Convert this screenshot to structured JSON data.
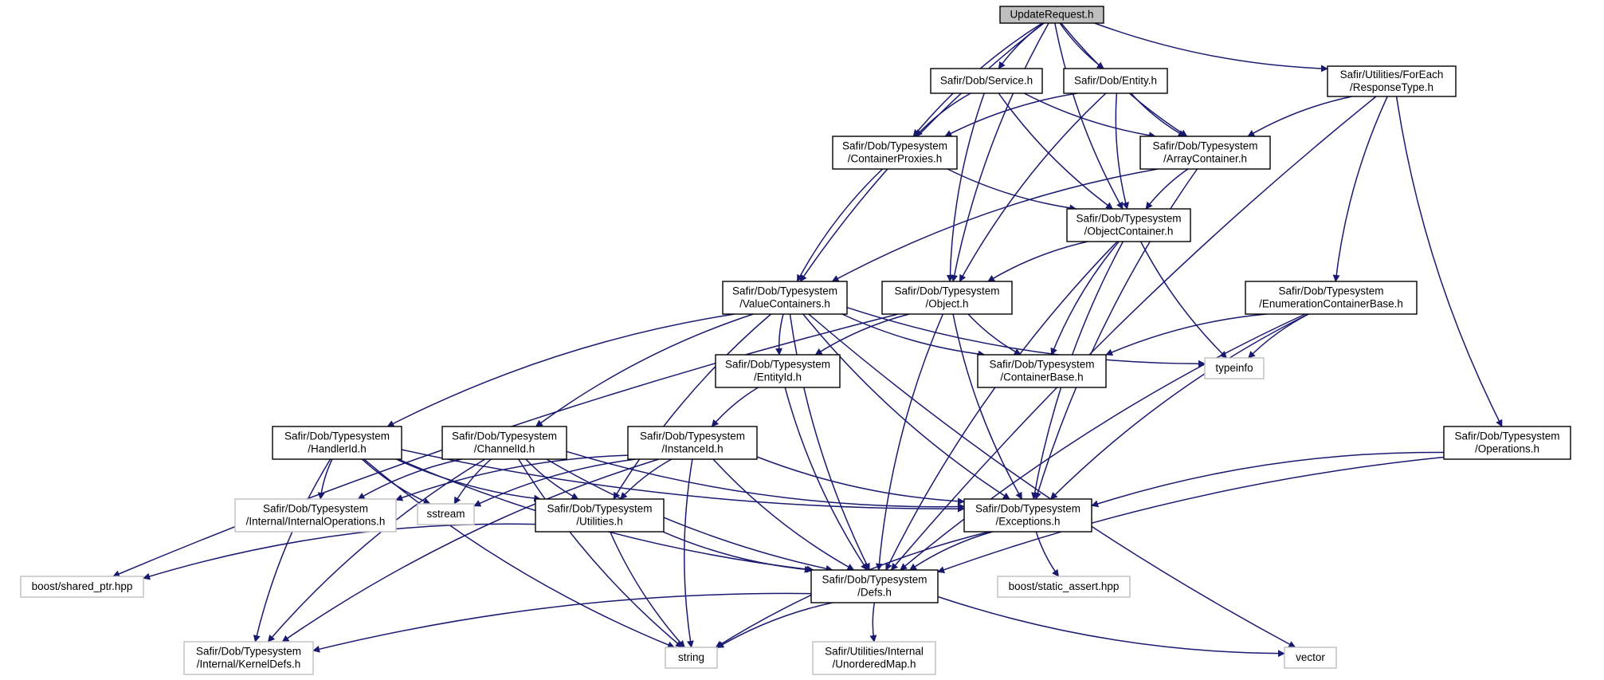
{
  "colors": {
    "edge": "#191970",
    "node_border": "#000000",
    "external_border": "#bfbfbf",
    "root_fill": "#bfbfbf",
    "node_fill": "#ffffff"
  },
  "nodes": [
    {
      "id": "update_request",
      "lines": [
        "UpdateRequest.h"
      ],
      "style": "root"
    },
    {
      "id": "service",
      "lines": [
        "Safir/Dob/Service.h"
      ],
      "style": "normal"
    },
    {
      "id": "entity",
      "lines": [
        "Safir/Dob/Entity.h"
      ],
      "style": "normal"
    },
    {
      "id": "response_type",
      "lines": [
        "Safir/Utilities/ForEach",
        "/ResponseType.h"
      ],
      "style": "normal"
    },
    {
      "id": "container_proxies",
      "lines": [
        "Safir/Dob/Typesystem",
        "/ContainerProxies.h"
      ],
      "style": "normal"
    },
    {
      "id": "array_container",
      "lines": [
        "Safir/Dob/Typesystem",
        "/ArrayContainer.h"
      ],
      "style": "normal"
    },
    {
      "id": "object_container",
      "lines": [
        "Safir/Dob/Typesystem",
        "/ObjectContainer.h"
      ],
      "style": "normal"
    },
    {
      "id": "value_containers",
      "lines": [
        "Safir/Dob/Typesystem",
        "/ValueContainers.h"
      ],
      "style": "normal"
    },
    {
      "id": "object",
      "lines": [
        "Safir/Dob/Typesystem",
        "/Object.h"
      ],
      "style": "normal"
    },
    {
      "id": "enum_container_base",
      "lines": [
        "Safir/Dob/Typesystem",
        "/EnumerationContainerBase.h"
      ],
      "style": "normal"
    },
    {
      "id": "entity_id",
      "lines": [
        "Safir/Dob/Typesystem",
        "/EntityId.h"
      ],
      "style": "normal"
    },
    {
      "id": "container_base",
      "lines": [
        "Safir/Dob/Typesystem",
        "/ContainerBase.h"
      ],
      "style": "normal"
    },
    {
      "id": "typeinfo",
      "lines": [
        "typeinfo"
      ],
      "style": "external"
    },
    {
      "id": "handler_id",
      "lines": [
        "Safir/Dob/Typesystem",
        "/HandlerId.h"
      ],
      "style": "normal"
    },
    {
      "id": "channel_id",
      "lines": [
        "Safir/Dob/Typesystem",
        "/ChannelId.h"
      ],
      "style": "normal"
    },
    {
      "id": "instance_id",
      "lines": [
        "Safir/Dob/Typesystem",
        "/InstanceId.h"
      ],
      "style": "normal"
    },
    {
      "id": "operations",
      "lines": [
        "Safir/Dob/Typesystem",
        "/Operations.h"
      ],
      "style": "normal"
    },
    {
      "id": "internal_operations",
      "lines": [
        "Safir/Dob/Typesystem",
        "/Internal/InternalOperations.h"
      ],
      "style": "external"
    },
    {
      "id": "sstream",
      "lines": [
        "sstream"
      ],
      "style": "external"
    },
    {
      "id": "utilities",
      "lines": [
        "Safir/Dob/Typesystem",
        "/Utilities.h"
      ],
      "style": "normal"
    },
    {
      "id": "exceptions",
      "lines": [
        "Safir/Dob/Typesystem",
        "/Exceptions.h"
      ],
      "style": "normal"
    },
    {
      "id": "shared_ptr",
      "lines": [
        "boost/shared_ptr.hpp"
      ],
      "style": "external"
    },
    {
      "id": "defs",
      "lines": [
        "Safir/Dob/Typesystem",
        "/Defs.h"
      ],
      "style": "normal"
    },
    {
      "id": "static_assert",
      "lines": [
        "boost/static_assert.hpp"
      ],
      "style": "external"
    },
    {
      "id": "kernel_defs",
      "lines": [
        "Safir/Dob/Typesystem",
        "/Internal/KernelDefs.h"
      ],
      "style": "external"
    },
    {
      "id": "string",
      "lines": [
        "string"
      ],
      "style": "external"
    },
    {
      "id": "unordered_map",
      "lines": [
        "Safir/Utilities/Internal",
        "/UnorderedMap.h"
      ],
      "style": "external"
    },
    {
      "id": "vector",
      "lines": [
        "vector"
      ],
      "style": "external"
    }
  ],
  "edges": [
    [
      "update_request",
      "service"
    ],
    [
      "update_request",
      "entity"
    ],
    [
      "update_request",
      "response_type"
    ],
    [
      "update_request",
      "container_proxies"
    ],
    [
      "update_request",
      "array_container"
    ],
    [
      "update_request",
      "object_container"
    ],
    [
      "update_request",
      "value_containers"
    ],
    [
      "update_request",
      "object"
    ],
    [
      "service",
      "container_proxies"
    ],
    [
      "service",
      "array_container"
    ],
    [
      "service",
      "object_container"
    ],
    [
      "service",
      "object"
    ],
    [
      "entity",
      "container_proxies"
    ],
    [
      "entity",
      "array_container"
    ],
    [
      "entity",
      "object_container"
    ],
    [
      "entity",
      "object"
    ],
    [
      "response_type",
      "array_container"
    ],
    [
      "response_type",
      "enum_container_base"
    ],
    [
      "response_type",
      "operations"
    ],
    [
      "response_type",
      "defs"
    ],
    [
      "container_proxies",
      "object_container"
    ],
    [
      "container_proxies",
      "value_containers"
    ],
    [
      "array_container",
      "object_container"
    ],
    [
      "array_container",
      "value_containers"
    ],
    [
      "array_container",
      "exceptions"
    ],
    [
      "object_container",
      "object"
    ],
    [
      "object_container",
      "container_base"
    ],
    [
      "object_container",
      "typeinfo"
    ],
    [
      "object_container",
      "exceptions"
    ],
    [
      "object_container",
      "defs"
    ],
    [
      "value_containers",
      "entity_id"
    ],
    [
      "value_containers",
      "container_base"
    ],
    [
      "value_containers",
      "typeinfo"
    ],
    [
      "value_containers",
      "handler_id"
    ],
    [
      "value_containers",
      "channel_id"
    ],
    [
      "value_containers",
      "utilities"
    ],
    [
      "value_containers",
      "exceptions"
    ],
    [
      "value_containers",
      "defs"
    ],
    [
      "value_containers",
      "vector"
    ],
    [
      "object",
      "entity_id"
    ],
    [
      "object",
      "container_base"
    ],
    [
      "object",
      "exceptions"
    ],
    [
      "object",
      "defs"
    ],
    [
      "object",
      "shared_ptr"
    ],
    [
      "enum_container_base",
      "container_base"
    ],
    [
      "enum_container_base",
      "typeinfo"
    ],
    [
      "enum_container_base",
      "exceptions"
    ],
    [
      "enum_container_base",
      "defs"
    ],
    [
      "entity_id",
      "instance_id"
    ],
    [
      "entity_id",
      "defs"
    ],
    [
      "handler_id",
      "internal_operations"
    ],
    [
      "handler_id",
      "sstream"
    ],
    [
      "handler_id",
      "utilities"
    ],
    [
      "handler_id",
      "exceptions"
    ],
    [
      "handler_id",
      "defs"
    ],
    [
      "handler_id",
      "kernel_defs"
    ],
    [
      "handler_id",
      "string"
    ],
    [
      "channel_id",
      "internal_operations"
    ],
    [
      "channel_id",
      "sstream"
    ],
    [
      "channel_id",
      "utilities"
    ],
    [
      "channel_id",
      "exceptions"
    ],
    [
      "channel_id",
      "defs"
    ],
    [
      "channel_id",
      "kernel_defs"
    ],
    [
      "channel_id",
      "string"
    ],
    [
      "instance_id",
      "internal_operations"
    ],
    [
      "instance_id",
      "sstream"
    ],
    [
      "instance_id",
      "utilities"
    ],
    [
      "instance_id",
      "exceptions"
    ],
    [
      "instance_id",
      "defs"
    ],
    [
      "instance_id",
      "kernel_defs"
    ],
    [
      "instance_id",
      "string"
    ],
    [
      "operations",
      "exceptions"
    ],
    [
      "operations",
      "defs"
    ],
    [
      "utilities",
      "shared_ptr"
    ],
    [
      "utilities",
      "defs"
    ],
    [
      "utilities",
      "string"
    ],
    [
      "exceptions",
      "defs"
    ],
    [
      "exceptions",
      "static_assert"
    ],
    [
      "exceptions",
      "string"
    ],
    [
      "defs",
      "kernel_defs"
    ],
    [
      "defs",
      "string"
    ],
    [
      "defs",
      "unordered_map"
    ],
    [
      "defs",
      "vector"
    ]
  ]
}
